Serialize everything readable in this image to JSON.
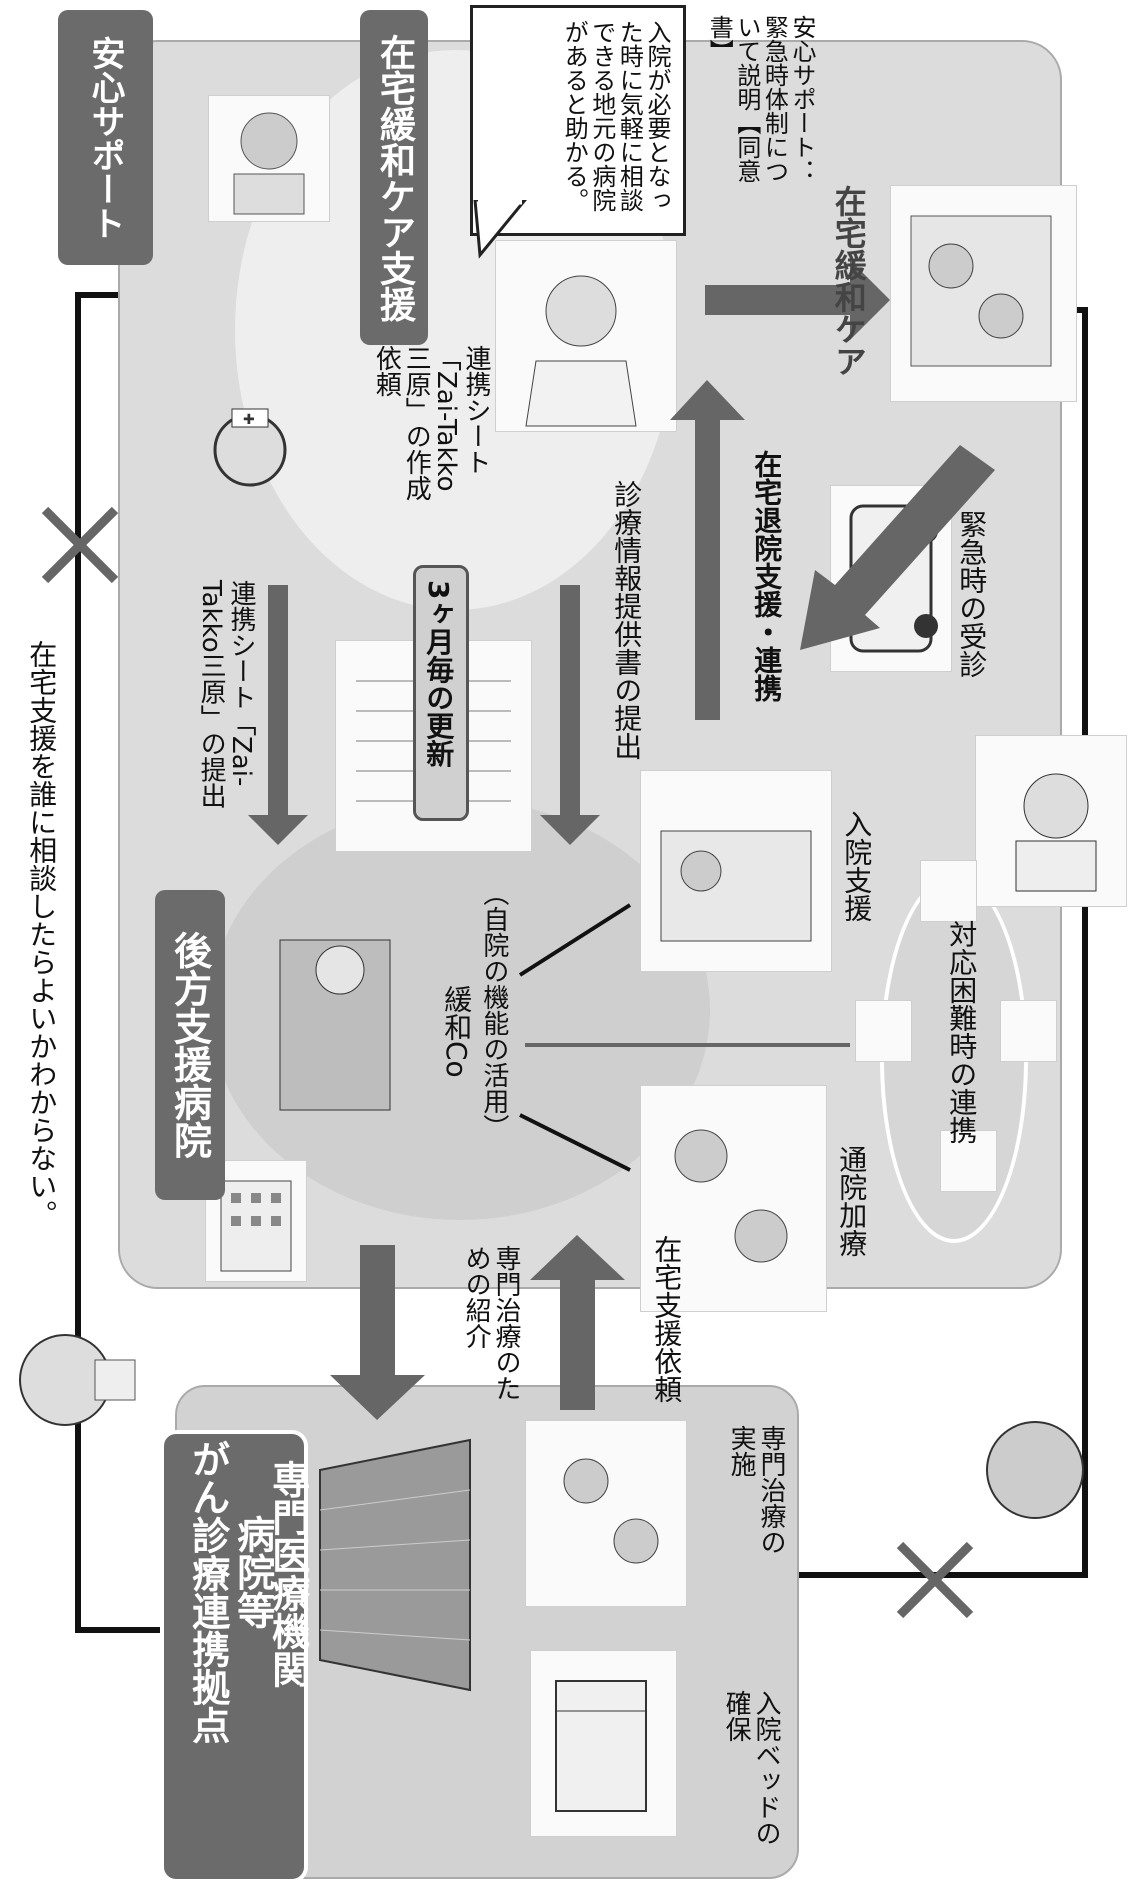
{
  "title_anshin": "安心サポート",
  "top_note": "在宅支援を誰に相談したらよいかわからない。",
  "zaitaku_label": "在宅緩和ケア支援",
  "speech": "入院が必要となった時に気軽に相談できる地元の病院があると助かる。",
  "anshin_support_note": "安心サポート：緊急時体制について説明【同意書】",
  "zaitaku_care": "在宅緩和ケア",
  "renkei_request": "連携シート「Zai-Takko三原」の作成依頼",
  "teishutsu": "連携シート「Zai-Takko三原」の提出",
  "koushin": "3ヶ月毎の更新",
  "shinryo": "診療情報提供書の提出",
  "taiin": "在宅退院支援・連携",
  "kinkyu": "緊急時の受診",
  "koho_label": "後方支援病院",
  "kanwa_co": "緩和Co",
  "jiin": "（自院の機能の活用）",
  "nyuin_shien": "入院支援",
  "taio_konnan": "対応困難時の連携",
  "tsuin": "通院加療",
  "senmon_shokai": "専門治療のための紹介",
  "zaitaku_irai": "在宅支援依頼",
  "senmon_jisshi": "専門治療の実施",
  "nyuin_bed": "入院ベッドの確保",
  "gan_label_1": "がん診療連携拠点",
  "gan_label_2": "病院等",
  "gan_label_3": "専門医療機関",
  "cross_mark": "✕",
  "colors": {
    "region": "#d9d9d9",
    "box": "#6b6b6b",
    "arrow": "#666666"
  },
  "icons": [
    "nurse-icon",
    "doctor-icon",
    "ambulance-icon",
    "hospital-icon",
    "patient-icon",
    "building-icon",
    "bed-icon"
  ]
}
